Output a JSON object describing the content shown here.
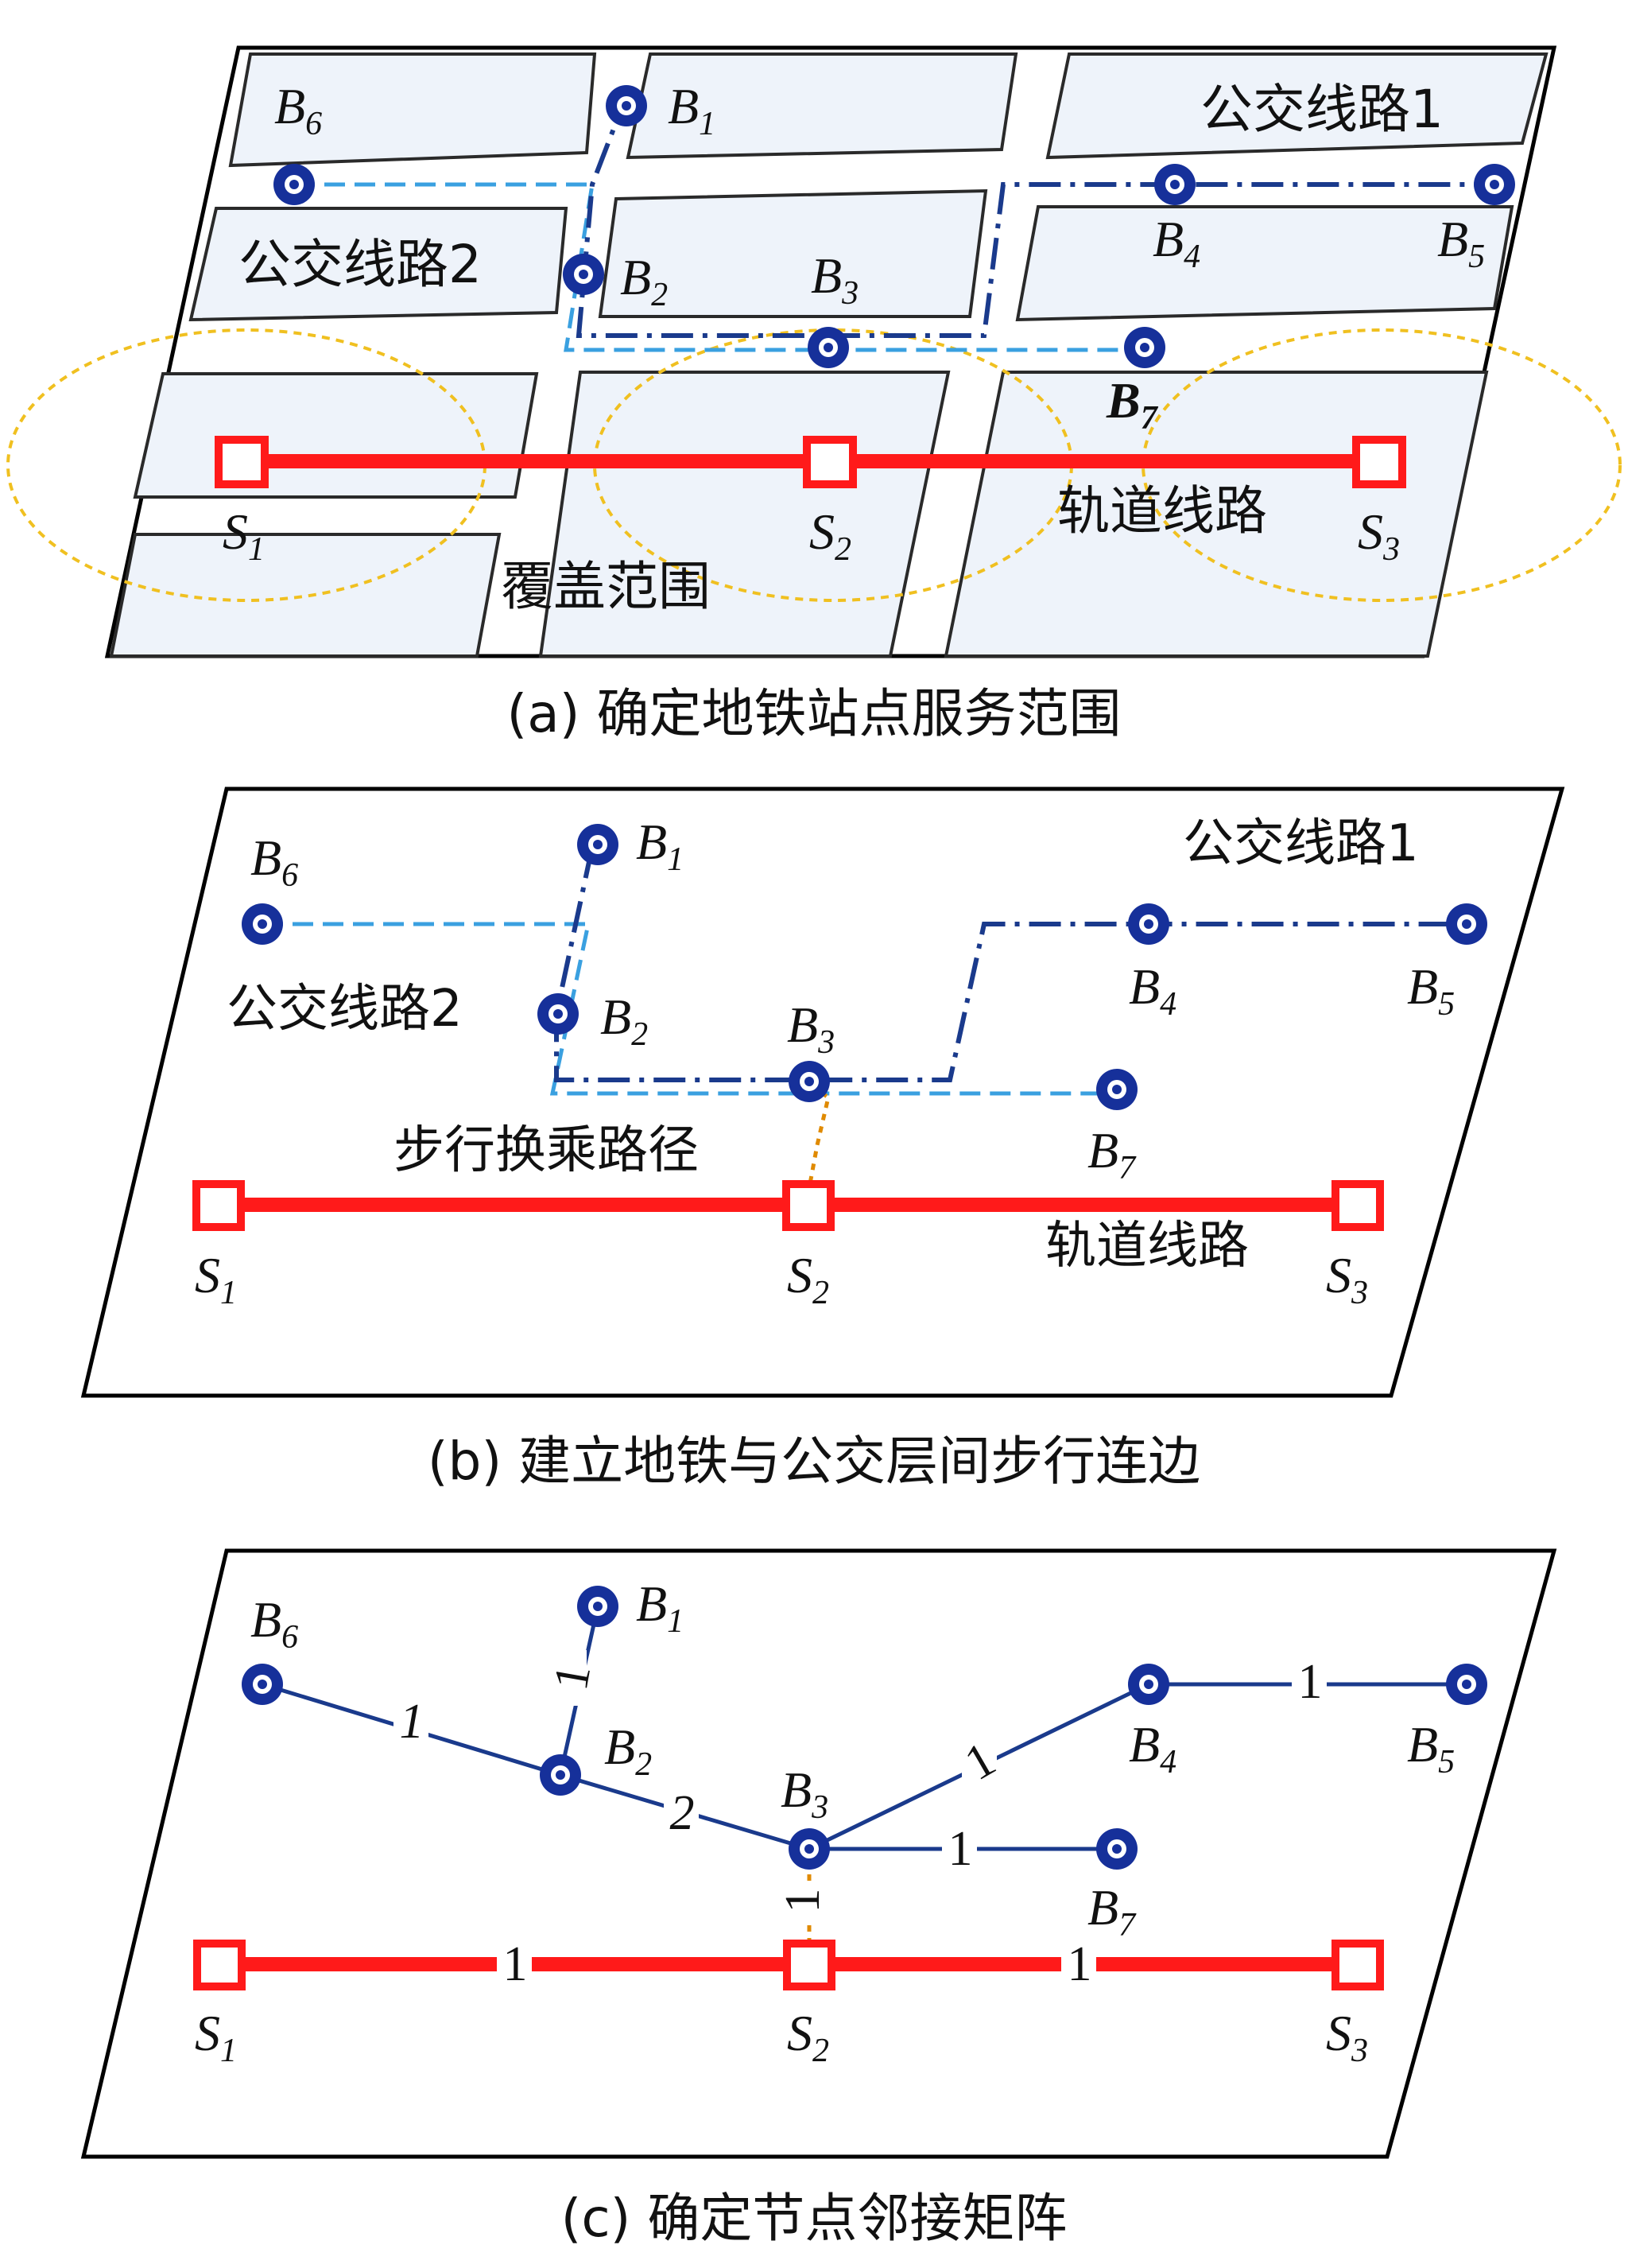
{
  "panels": {
    "a": {
      "caption": "(a) 确定地铁站点服务范围",
      "bus_line_1": "公交线路1",
      "bus_line_2": "公交线路2",
      "rail_line": "轨道线路",
      "coverage": "覆盖范围",
      "bus_stops": {
        "B1": [
          "B",
          "1"
        ],
        "B2": [
          "B",
          "2"
        ],
        "B3": [
          "B",
          "3"
        ],
        "B4": [
          "B",
          "4"
        ],
        "B5": [
          "B",
          "5"
        ],
        "B6": [
          "B",
          "6"
        ],
        "B7": [
          "B",
          "7"
        ]
      },
      "stations": {
        "S1": [
          "S",
          "1"
        ],
        "S2": [
          "S",
          "2"
        ],
        "S3": [
          "S",
          "3"
        ]
      }
    },
    "b": {
      "caption": "(b) 建立地铁与公交层间步行连边",
      "bus_line_1": "公交线路1",
      "bus_line_2": "公交线路2",
      "rail_line": "轨道线路",
      "walk_path": "步行换乘路径"
    },
    "c": {
      "caption": "(c) 确定节点邻接矩阵",
      "edges": [
        {
          "from": "B1",
          "to": "B2",
          "weight": "1"
        },
        {
          "from": "B6",
          "to": "B2",
          "weight": "1"
        },
        {
          "from": "B2",
          "to": "B3",
          "weight": "2"
        },
        {
          "from": "B3",
          "to": "B4",
          "weight": "1"
        },
        {
          "from": "B4",
          "to": "B5",
          "weight": "1"
        },
        {
          "from": "B3",
          "to": "B7",
          "weight": "1"
        },
        {
          "from": "B3",
          "to": "S2",
          "weight": "1"
        },
        {
          "from": "S1",
          "to": "S2",
          "weight": "1"
        },
        {
          "from": "S2",
          "to": "S3",
          "weight": "1"
        }
      ]
    }
  },
  "colors": {
    "rail": "#ff1a1a",
    "bus_stop": "#16309a",
    "bus_line_1": "#1a3a8c",
    "bus_line_2": "#3aa0e0",
    "walk": "#e08a00",
    "coverage": "#f0c020",
    "block": "#eef3fa"
  }
}
